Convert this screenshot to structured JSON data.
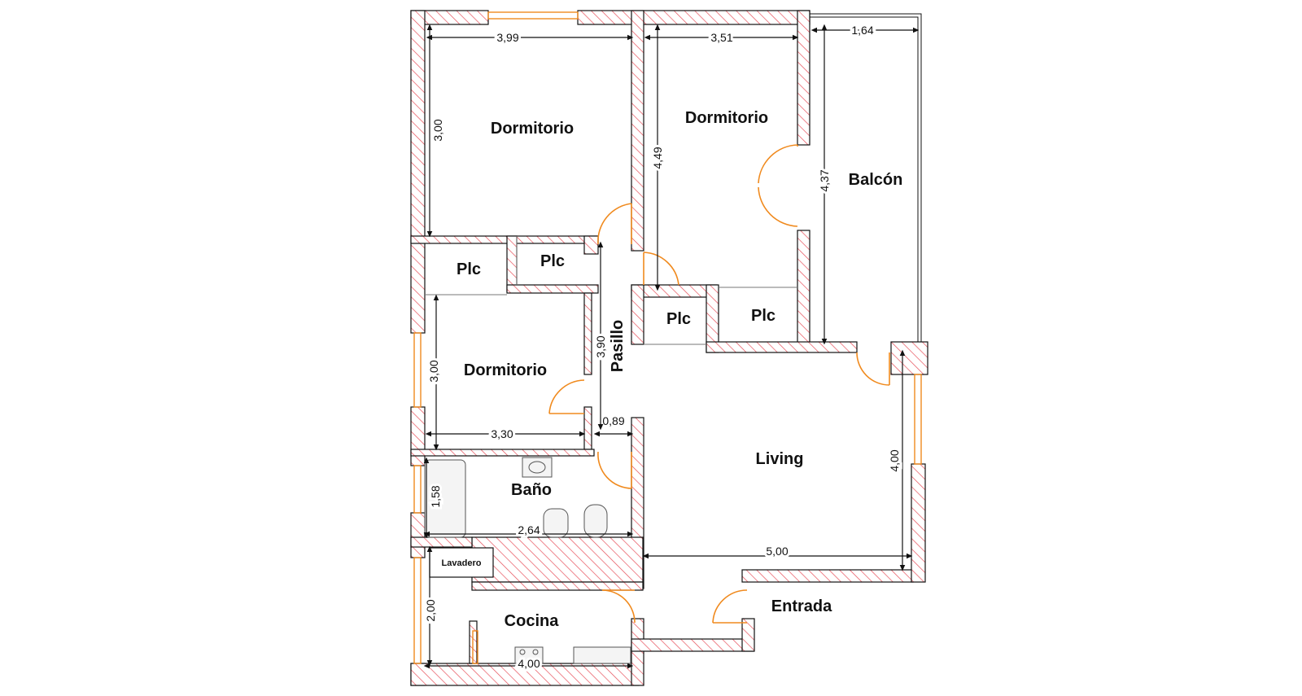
{
  "colors": {
    "wall_hatch": "#e8505b",
    "door_window": "#f08a1e",
    "line": "#111111"
  },
  "rooms": {
    "bedroom_top_left": "Dormitorio",
    "bedroom_top_right": "Dormitorio",
    "bedroom_middle": "Dormitorio",
    "balcony": "Balcón",
    "closet_1": "Plc",
    "closet_2": "Plc",
    "closet_3": "Plc",
    "closet_4": "Plc",
    "hallway": "Pasillo",
    "living": "Living",
    "bathroom": "Baño",
    "laundry": "Lavadero",
    "kitchen": "Cocina",
    "entrance": "Entrada"
  },
  "dimensions": {
    "d1": "3,99",
    "d2": "3,51",
    "d3": "1,64",
    "d4": "3,00",
    "d5": "4,49",
    "d6": "4,37",
    "d7": "3,90",
    "d8": "3,00",
    "d9": "3,30",
    "d10": "0,89",
    "d11": "4,00",
    "d12": "1,58",
    "d13": "2,64",
    "d14": "5,00",
    "d15": "2,00",
    "d16": "4,00"
  }
}
